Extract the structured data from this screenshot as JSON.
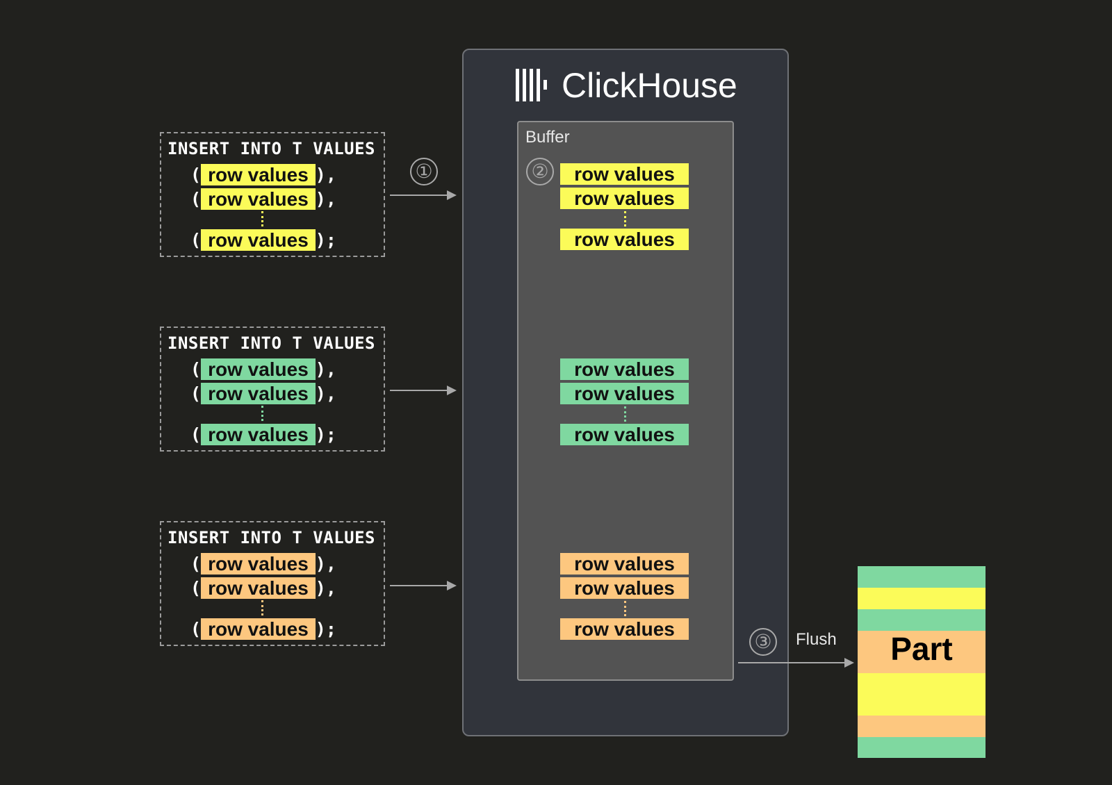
{
  "colors": {
    "background": "#21211e",
    "yellow": "#fbfb59",
    "green": "#7fd8a0",
    "orange": "#fdc77f",
    "container": "#31343b",
    "buffer": "#535353"
  },
  "icons": [
    "clickhouse-logo-icon"
  ],
  "statements": [
    {
      "keyword": "INSERT INTO T VALUES",
      "color": "yellow",
      "rows": [
        {
          "open": "(",
          "value": "row values",
          "close": "),"
        },
        {
          "open": "(",
          "value": "row values",
          "close": "),"
        },
        {
          "open": "(",
          "value": "row values",
          "close": ");"
        }
      ]
    },
    {
      "keyword": "INSERT INTO T VALUES",
      "color": "green",
      "rows": [
        {
          "open": "(",
          "value": "row values",
          "close": "),"
        },
        {
          "open": "(",
          "value": "row values",
          "close": "),"
        },
        {
          "open": "(",
          "value": "row values",
          "close": ");"
        }
      ]
    },
    {
      "keyword": "INSERT INTO T VALUES",
      "color": "orange",
      "rows": [
        {
          "open": "(",
          "value": "row values",
          "close": "),"
        },
        {
          "open": "(",
          "value": "row values",
          "close": "),"
        },
        {
          "open": "(",
          "value": "row values",
          "close": ");"
        }
      ]
    }
  ],
  "clickhouse": {
    "name": "ClickHouse",
    "buffer": {
      "label": "Buffer",
      "groups": [
        {
          "color": "yellow",
          "rows": [
            "row values",
            "row values",
            "row values"
          ]
        },
        {
          "color": "green",
          "rows": [
            "row values",
            "row values",
            "row values"
          ]
        },
        {
          "color": "orange",
          "rows": [
            "row values",
            "row values",
            "row values"
          ]
        }
      ]
    }
  },
  "steps": {
    "step1": "①",
    "step2": "②",
    "step3": "③"
  },
  "flush_label": "Flush",
  "part": {
    "label": "Part",
    "stripes": [
      "green",
      "yellow",
      "green",
      "orange",
      "orange",
      "yellow",
      "yellow",
      "orange",
      "green"
    ]
  }
}
